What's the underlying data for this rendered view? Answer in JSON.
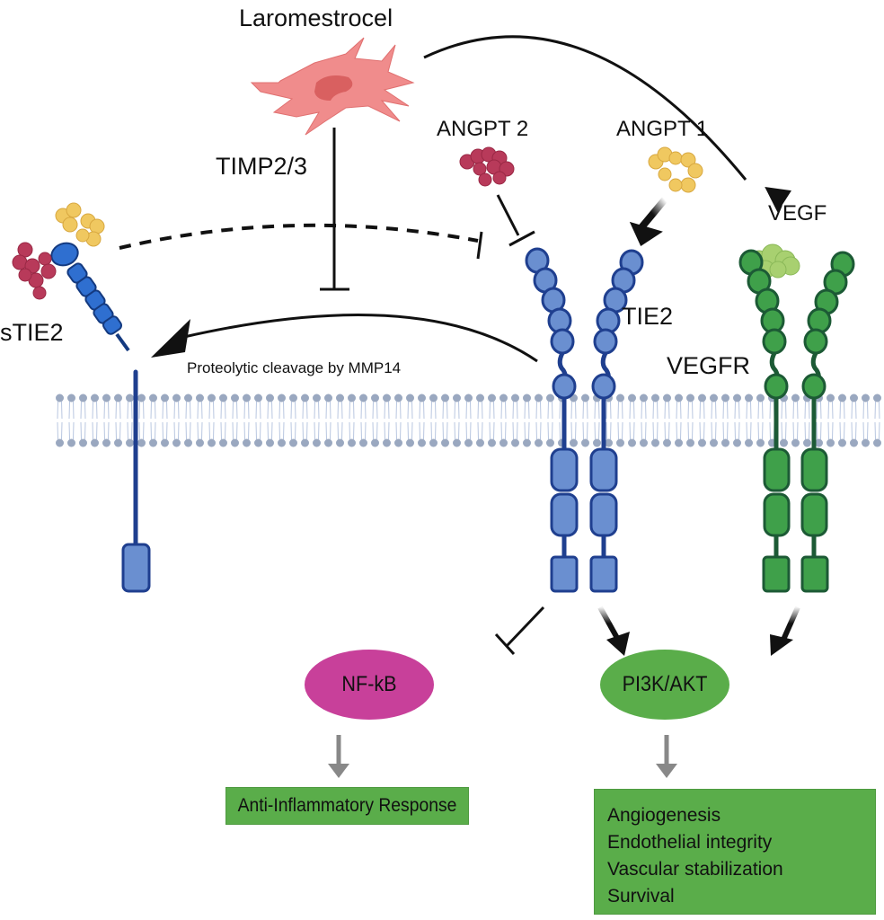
{
  "diagram": {
    "labels": {
      "cell": "Laromestrocel",
      "timp": "TIMP2/3",
      "angpt2": "ANGPT 2",
      "angpt1": "ANGPT 1",
      "vegf": "VEGF",
      "stie2": "sTIE2",
      "tie2": "TIE2",
      "vegfr": "VEGFR",
      "cleavage": "Proteolytic cleavage by MMP14"
    },
    "nodes": {
      "nfkb": "NF-kB",
      "pi3k": "PI3K/AKT"
    },
    "outcomes": {
      "anti_inflammatory": "Anti-Inflammatory Response",
      "pi3k_effects": [
        "Angiogenesis",
        "Endothelial integrity",
        "Vascular stabilization",
        "Survival"
      ]
    },
    "colors": {
      "cell": "#f08c8c",
      "cell_nucleus": "#d96060",
      "tie2": "#6a8fd0",
      "tie2_outline": "#1f3f8f",
      "stie2": "#2f6fd0",
      "vegfr": "#3fa04a",
      "vegfr_outline": "#1c5a35",
      "angpt2": "#b83a5a",
      "angpt1": "#f0c860",
      "vegf": "#a8d070",
      "membrane": "#9aa8c0",
      "nfkb": "#c8409a",
      "pi3k": "#5aad4a",
      "outcome_box": "#5aad4a"
    }
  }
}
